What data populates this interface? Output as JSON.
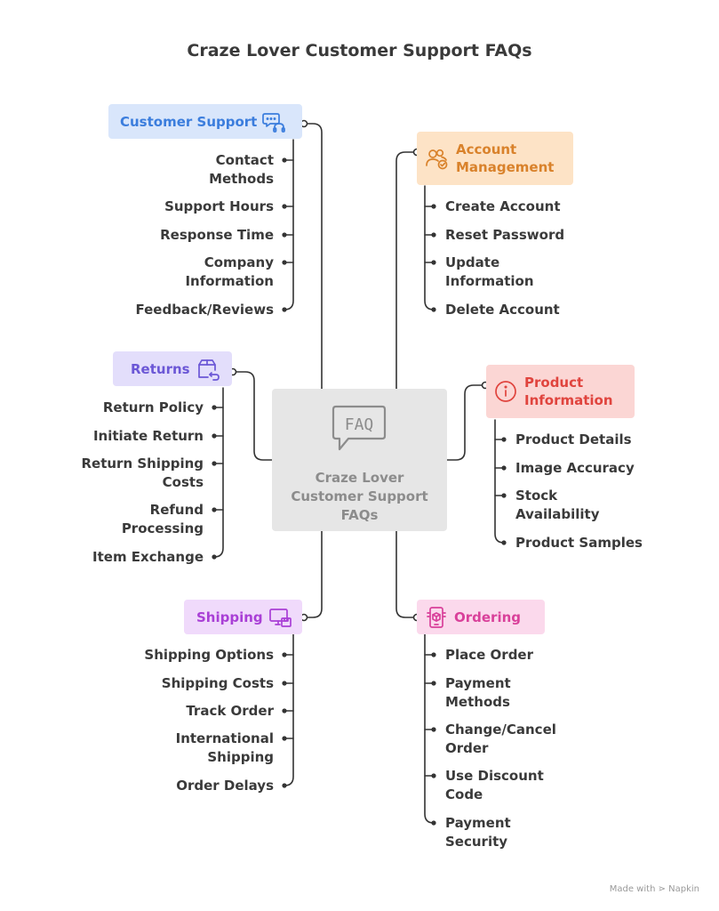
{
  "title": "Craze Lover Customer Support FAQs",
  "center": {
    "label_lines": [
      "Craze Lover",
      "Customer Support",
      "FAQs"
    ],
    "icon": "faq-speech-bubble-icon"
  },
  "branches": {
    "customer_support": {
      "label": "Customer Support",
      "icon": "chat-headset-icon",
      "color": "#3b7ddd",
      "bg": "#d9e6fb",
      "items": [
        [
          "Contact",
          "Methods"
        ],
        [
          "Support Hours"
        ],
        [
          "Response Time"
        ],
        [
          "Company",
          "Information"
        ],
        [
          "Feedback/Reviews"
        ]
      ]
    },
    "account_management": {
      "label_lines": [
        "Account",
        "Management"
      ],
      "icon": "users-check-icon",
      "color": "#d9822b",
      "bg": "#fde3c6",
      "items": [
        [
          "Create Account"
        ],
        [
          "Reset Password"
        ],
        [
          "Update",
          "Information"
        ],
        [
          "Delete Account"
        ]
      ]
    },
    "returns": {
      "label": "Returns",
      "icon": "box-return-icon",
      "color": "#6b57d6",
      "bg": "#e3defb",
      "items": [
        [
          "Return Policy"
        ],
        [
          "Initiate Return"
        ],
        [
          "Return Shipping",
          "Costs"
        ],
        [
          "Refund",
          "Processing"
        ],
        [
          "Item Exchange"
        ]
      ]
    },
    "product_information": {
      "label_lines": [
        "Product",
        "Information"
      ],
      "icon": "info-circle-icon",
      "color": "#e0443e",
      "bg": "#fbd6d4",
      "items": [
        [
          "Product Details"
        ],
        [
          "Image Accuracy"
        ],
        [
          "Stock",
          "Availability"
        ],
        [
          "Product Samples"
        ]
      ]
    },
    "shipping": {
      "label": "Shipping",
      "icon": "monitor-package-icon",
      "color": "#a93fd6",
      "bg": "#f0dafb",
      "items": [
        [
          "Shipping Options"
        ],
        [
          "Shipping Costs"
        ],
        [
          "Track Order"
        ],
        [
          "International",
          "Shipping"
        ],
        [
          "Order Delays"
        ]
      ]
    },
    "ordering": {
      "label": "Ordering",
      "icon": "phone-box-icon",
      "color": "#d9409a",
      "bg": "#fbd9ec",
      "items": [
        [
          "Place Order"
        ],
        [
          "Payment",
          "Methods"
        ],
        [
          "Change/Cancel",
          "Order"
        ],
        [
          "Use Discount",
          "Code"
        ],
        [
          "Payment",
          "Security"
        ]
      ]
    }
  },
  "footer": "Made with ⋗ Napkin"
}
